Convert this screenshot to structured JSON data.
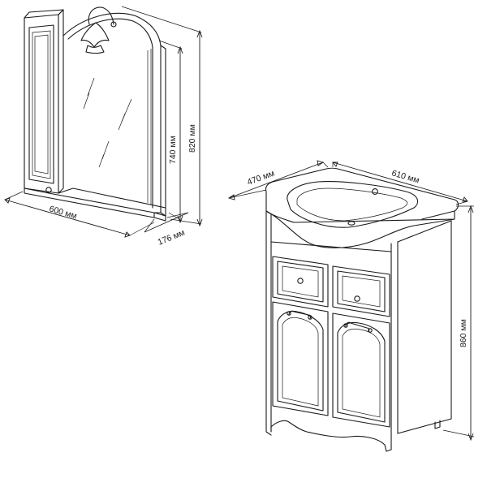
{
  "mirror_cabinet": {
    "width_label": "600 мм",
    "depth_label": "176 мм",
    "mirror_height_label": "740 мм",
    "total_height_label": "820 мм"
  },
  "vanity": {
    "depth_label": "470 мм",
    "width_label": "610 мм",
    "height_label": "860 мм"
  }
}
